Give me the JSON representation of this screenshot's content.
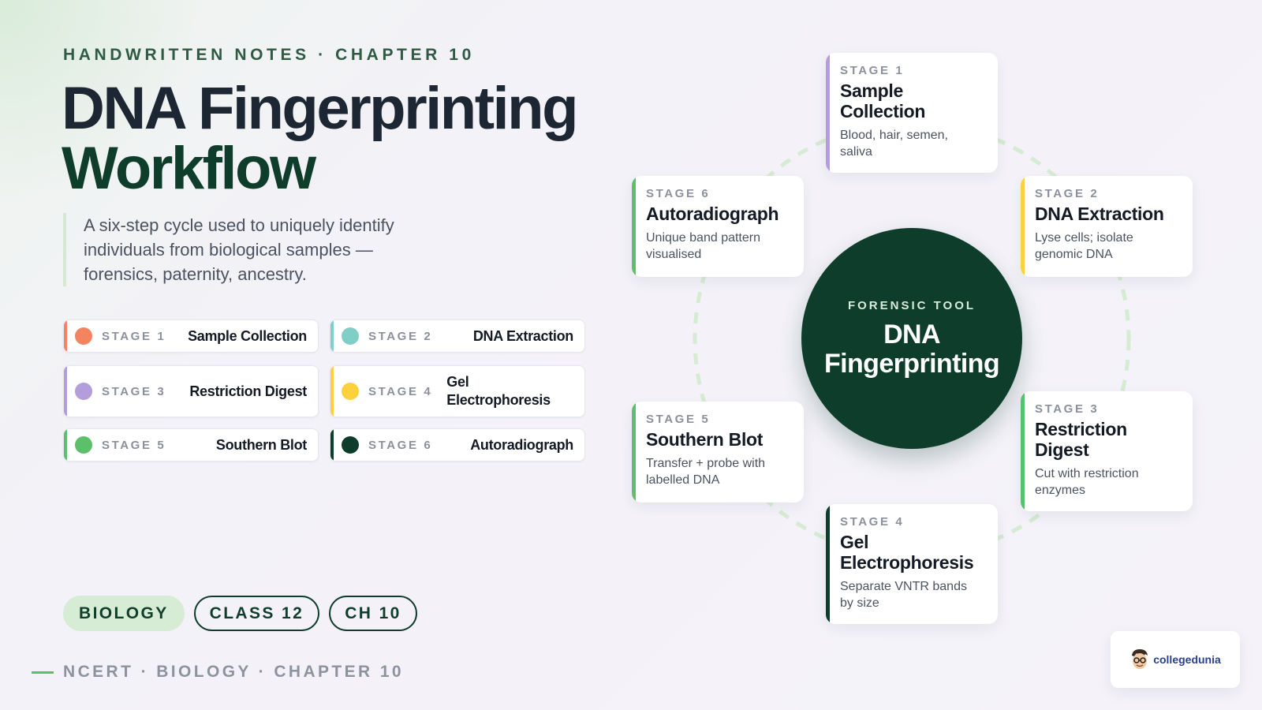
{
  "header": {
    "eyebrow": "HANDWRITTEN NOTES · CHAPTER 10",
    "title_line1": "DNA Fingerprinting",
    "title_line2": "Workflow",
    "subtitle": "A six-step cycle used to uniquely identify individuals from biological samples — forensics, paternity, ancestry."
  },
  "legend": [
    {
      "stage": "STAGE 1",
      "name": "Sample Collection",
      "color": "#f4845f"
    },
    {
      "stage": "STAGE 2",
      "name": "DNA Extraction",
      "color": "#7fcfc7"
    },
    {
      "stage": "STAGE 3",
      "name": "Restriction Digest",
      "color": "#b39ddb"
    },
    {
      "stage": "STAGE 4",
      "name": "Gel Electrophoresis",
      "color": "#fdd13c"
    },
    {
      "stage": "STAGE 5",
      "name": "Southern Blot",
      "color": "#5cbf6a"
    },
    {
      "stage": "STAGE 6",
      "name": "Autoradiograph",
      "color": "#0f3d2c"
    }
  ],
  "hub": {
    "label": "FORENSIC TOOL",
    "title": "DNA Fingerprinting"
  },
  "cycle": [
    {
      "stage": "STAGE 1",
      "name": "Sample Collection",
      "desc": "Blood, hair, semen, saliva",
      "color": "#b39ddb"
    },
    {
      "stage": "STAGE 2",
      "name": "DNA Extraction",
      "desc": "Lyse cells; isolate genomic DNA",
      "color": "#fdd13c"
    },
    {
      "stage": "STAGE 3",
      "name": "Restriction Digest",
      "desc": "Cut with restriction enzymes",
      "color": "#5cbf6a"
    },
    {
      "stage": "STAGE 4",
      "name": "Gel Electrophoresis",
      "desc": "Separate VNTR bands by size",
      "color": "#0f3d2c"
    },
    {
      "stage": "STAGE 5",
      "name": "Southern Blot",
      "desc": "Transfer + probe with labelled DNA",
      "color": "#5cbf6a"
    },
    {
      "stage": "STAGE 6",
      "name": "Autoradiograph",
      "desc": "Unique band pattern visualised",
      "color": "#5cbf6a"
    }
  ],
  "tags": [
    "BIOLOGY",
    "CLASS 12",
    "CH 10"
  ],
  "footer": "NCERT · BIOLOGY · CHAPTER 10",
  "brand": {
    "name": "collegedunia",
    "icon": "mascot-icon"
  }
}
